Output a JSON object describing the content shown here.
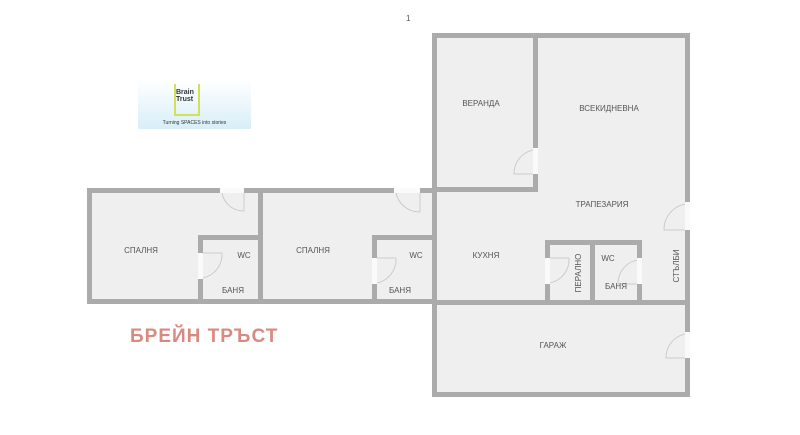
{
  "page_number": "1",
  "logo": {
    "name_line1": "Brain",
    "name_line2": "Trust",
    "tagline": "Turning SPACES into stories"
  },
  "watermark": "БРЕЙН ТРЪСТ",
  "rooms": {
    "veranda": "ВЕРАНДА",
    "living": "ВСЕКИДНЕВНА",
    "dining": "ТРАПЕЗАРИЯ",
    "bedroom1": "СПАЛНЯ",
    "bedroom2": "СПАЛНЯ",
    "wc1": "WC",
    "bath1": "БАНЯ",
    "wc2": "WC",
    "bath2": "БАНЯ",
    "kitchen": "КУХНЯ",
    "laundry": "ПЕРАЛНО",
    "wc3": "WC",
    "bath3": "БАНЯ",
    "stairs": "СТЪЛБИ",
    "garage": "ГАРАЖ"
  },
  "colors": {
    "wall": "#ababab",
    "floor": "#efefef",
    "watermark": "#d98a80",
    "logo_accent": "#d4e157"
  }
}
